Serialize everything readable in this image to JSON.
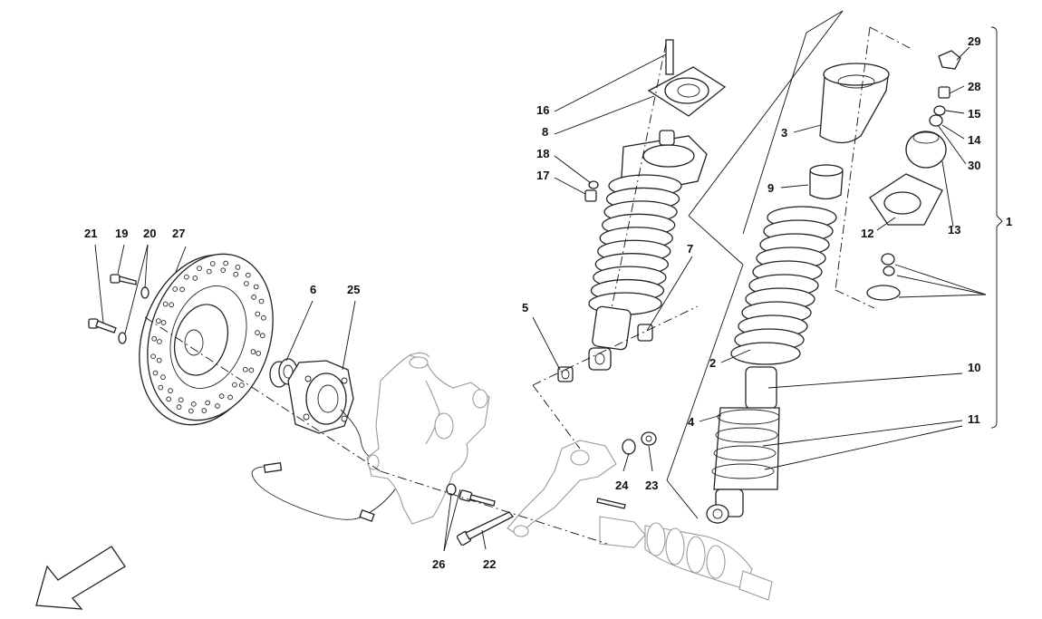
{
  "labels": {
    "l1": "1",
    "l2": "2",
    "l3": "3",
    "l4": "4",
    "l5": "5",
    "l6": "6",
    "l7": "7",
    "l8": "8",
    "l9": "9",
    "l10": "10",
    "l11": "11",
    "l12": "12",
    "l13": "13",
    "l14": "14",
    "l15": "15",
    "l16": "16",
    "l17": "17",
    "l18": "18",
    "l19": "19",
    "l20": "20",
    "l21": "21",
    "l22": "22",
    "l23": "23",
    "l24": "24",
    "l25": "25",
    "l26": "26",
    "l27": "27",
    "l28": "28",
    "l29": "29",
    "l30": "30"
  },
  "icons": {
    "direction": "front-direction-arrow-icon"
  }
}
